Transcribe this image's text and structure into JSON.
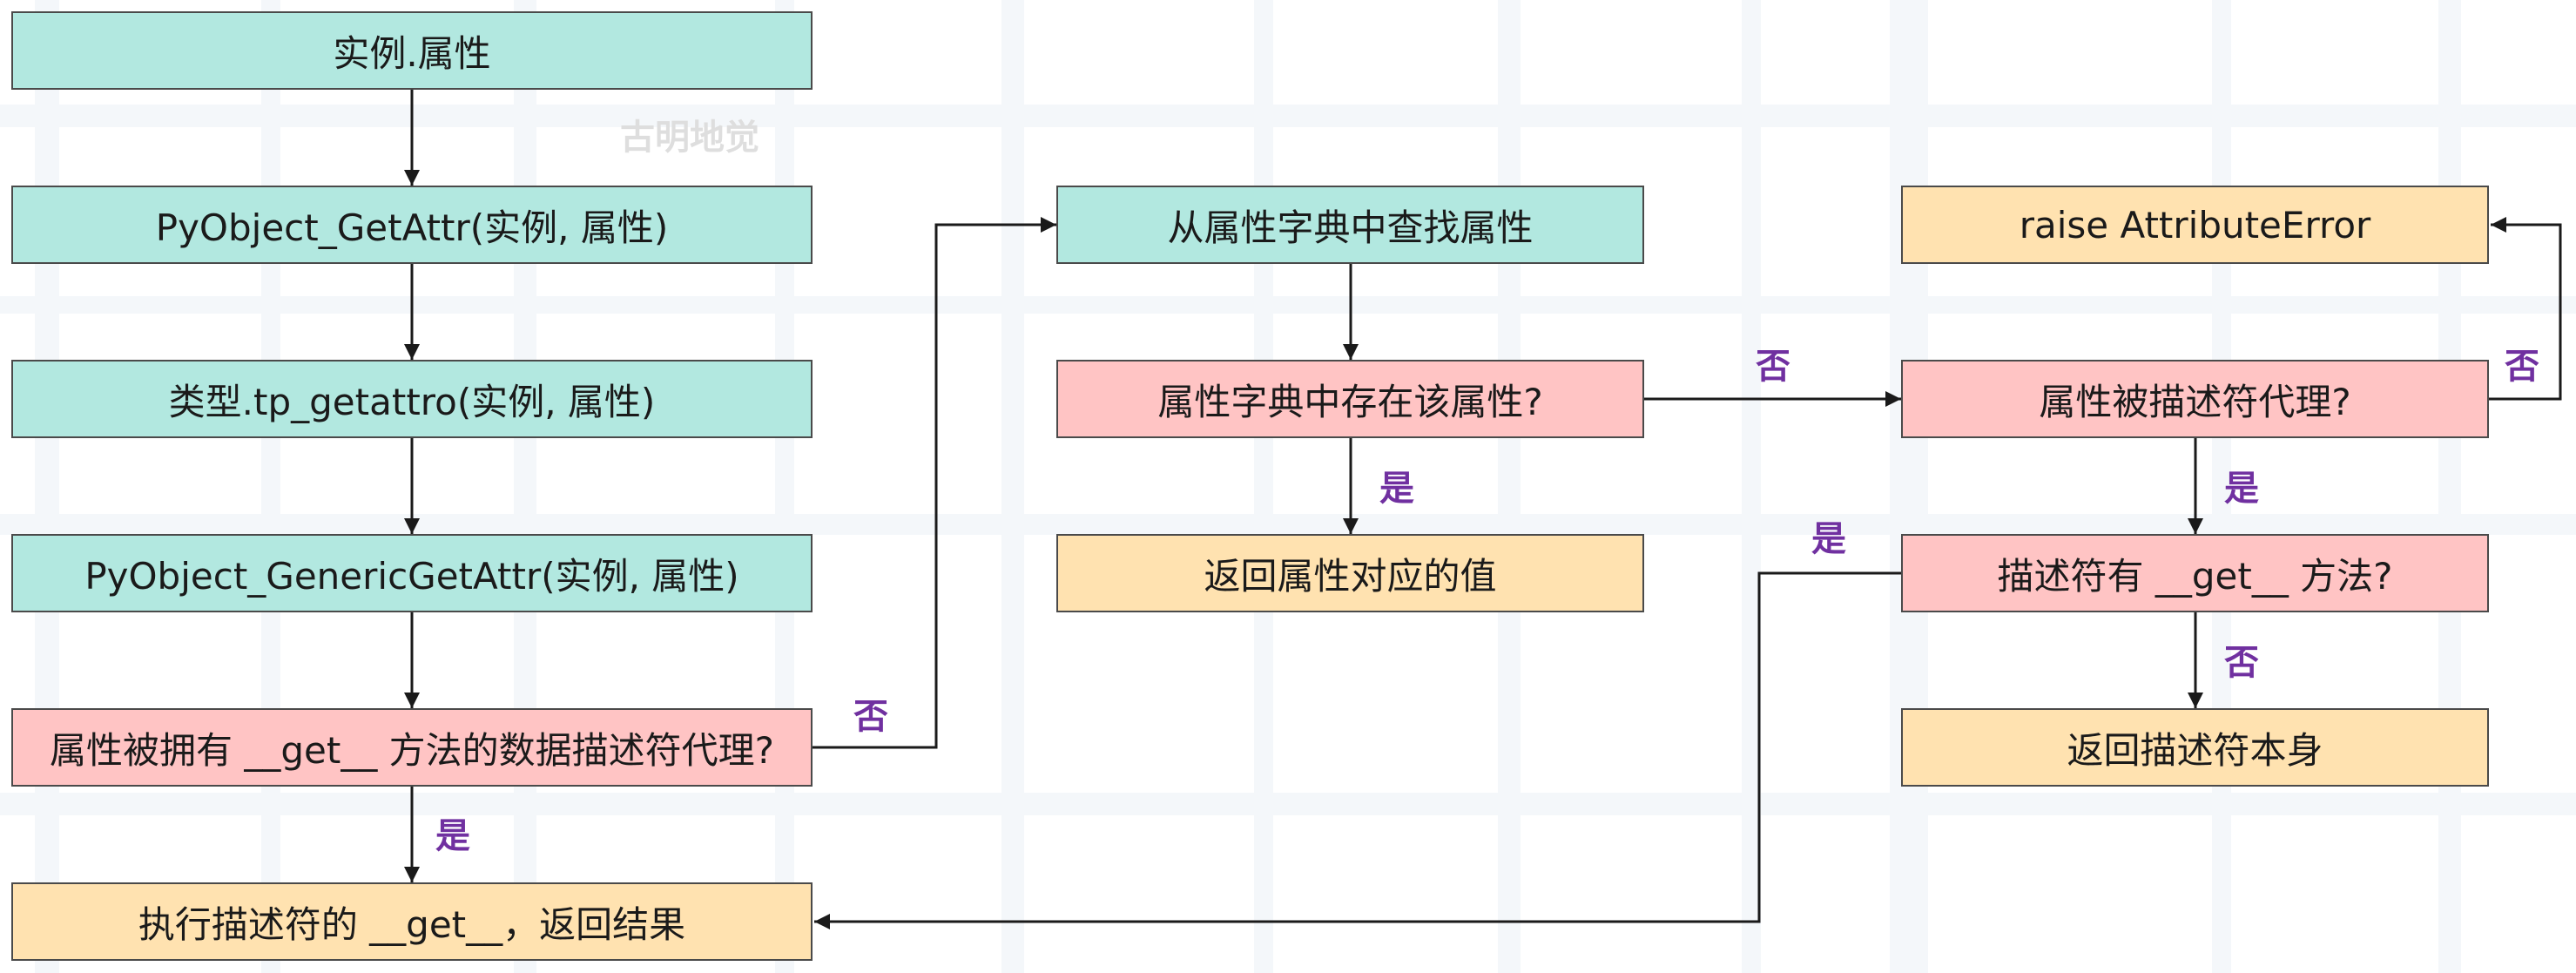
{
  "watermark": "古明地觉",
  "nodes": {
    "instance_attr": "实例.属性",
    "pyobject_getattr": "PyObject_GetAttr(实例, 属性)",
    "type_tp_getattro": "类型.tp_getattro(实例, 属性)",
    "pyobject_generic_getattr": "PyObject_GenericGetAttr(实例, 属性)",
    "data_descriptor_check": "属性被拥有 __get__ 方法的数据描述符代理?",
    "exec_descriptor_get": "执行描述符的 __get__，返回结果",
    "lookup_attr_dict": "从属性字典中查找属性",
    "attr_in_dict": "属性字典中存在该属性?",
    "return_attr_value": "返回属性对应的值",
    "raise_attribute_error": "raise AttributeError",
    "descriptor_proxy_check": "属性被描述符代理?",
    "descriptor_has_get": "描述符有 __get__ 方法?",
    "return_descriptor": "返回描述符本身"
  },
  "edge_labels": {
    "data_descriptor_yes": "是",
    "data_descriptor_no": "否",
    "attr_in_dict_yes": "是",
    "attr_in_dict_no": "否",
    "descriptor_proxy_yes": "是",
    "descriptor_proxy_no": "否",
    "descriptor_has_get_yes": "是",
    "descriptor_has_get_no": "否"
  },
  "colors": {
    "teal": "#b2e8e0",
    "pink": "#ffc4c4",
    "orange": "#ffe2b0",
    "label": "#7030a0",
    "arrow": "#1a1a1a"
  }
}
